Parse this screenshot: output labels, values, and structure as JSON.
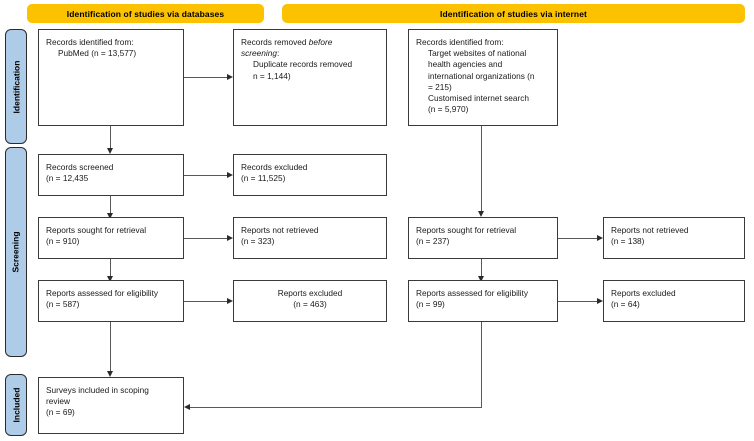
{
  "diagram": {
    "title": "PRISMA flow diagram",
    "colors": {
      "header_bar": "#fcc200",
      "stage_label": "#aecbe8",
      "box_border": "#3a3a3a",
      "connector": "#595959",
      "text": "#1a1a1a"
    }
  },
  "headers": {
    "databases": "Identification of studies via databases",
    "internet": "Identification of studies via internet"
  },
  "stages": {
    "identification": "Identification",
    "screening": "Screening",
    "included": "Included"
  },
  "boxes": {
    "db_identified": {
      "lines": [
        {
          "text": "Records identified from:",
          "indent": false,
          "italic": false
        },
        {
          "text": "PubMed (n = 13,577)",
          "indent": true,
          "italic": false
        }
      ]
    },
    "db_removed": {
      "lines": [
        {
          "text": "Records removed ",
          "indent": false,
          "italic": false,
          "tail_italic": "before"
        },
        {
          "text": "screening",
          "indent": false,
          "italic": true,
          "tail_plain": ":"
        },
        {
          "text": "Duplicate records removed",
          "indent": true,
          "italic": false
        },
        {
          "text": "n = 1,144)",
          "indent": true,
          "italic": false
        }
      ]
    },
    "net_identified": {
      "lines": [
        {
          "text": "Records identified from:",
          "indent": false,
          "italic": false
        },
        {
          "text": "Target websites of national",
          "indent": true,
          "italic": false
        },
        {
          "text": "health agencies and",
          "indent": true,
          "italic": false
        },
        {
          "text": "international organizations (n",
          "indent": true,
          "italic": false
        },
        {
          "text": "= 215)",
          "indent": true,
          "italic": false
        },
        {
          "text": "Customised internet search",
          "indent": true,
          "italic": false
        },
        {
          "text": "(n = 5,970)",
          "indent": true,
          "italic": false
        }
      ]
    },
    "db_screened": {
      "lines": [
        {
          "text": "Records screened",
          "indent": false,
          "italic": false
        },
        {
          "text": "(n = 12,435",
          "indent": false,
          "italic": false
        }
      ]
    },
    "db_records_excluded": {
      "lines": [
        {
          "text": "Records excluded",
          "indent": false,
          "italic": false
        },
        {
          "text": "(n = 11,525)",
          "indent": false,
          "italic": false
        }
      ]
    },
    "db_sought": {
      "lines": [
        {
          "text": "Reports sought for retrieval",
          "indent": false,
          "italic": false
        },
        {
          "text": "(n = 910)",
          "indent": false,
          "italic": false
        }
      ]
    },
    "db_not_retrieved": {
      "lines": [
        {
          "text": "Reports not retrieved",
          "indent": false,
          "italic": false
        },
        {
          "text": "(n = 323)",
          "indent": false,
          "italic": false
        }
      ]
    },
    "db_assessed": {
      "lines": [
        {
          "text": "Reports assessed for eligibility",
          "indent": false,
          "italic": false
        },
        {
          "text": "(n = 587)",
          "indent": false,
          "italic": false
        }
      ]
    },
    "db_reports_excluded": {
      "lines": [
        {
          "text": "Reports excluded",
          "indent": false,
          "italic": false
        },
        {
          "text": "(n = 463)",
          "indent": false,
          "italic": false
        }
      ]
    },
    "net_sought": {
      "lines": [
        {
          "text": "Reports sought for retrieval",
          "indent": false,
          "italic": false
        },
        {
          "text": "(n = 237)",
          "indent": false,
          "italic": false
        }
      ]
    },
    "net_not_retrieved": {
      "lines": [
        {
          "text": "Reports not retrieved",
          "indent": false,
          "italic": false
        },
        {
          "text": "(n = 138)",
          "indent": false,
          "italic": false
        }
      ]
    },
    "net_assessed": {
      "lines": [
        {
          "text": "Reports assessed for eligibility",
          "indent": false,
          "italic": false
        },
        {
          "text": "(n = 99)",
          "indent": false,
          "italic": false
        }
      ]
    },
    "net_reports_excluded": {
      "lines": [
        {
          "text": "Reports excluded",
          "indent": false,
          "italic": false
        },
        {
          "text": "(n = 64)",
          "indent": false,
          "italic": false
        }
      ]
    },
    "included_final": {
      "lines": [
        {
          "text": "Surveys included in scoping",
          "indent": false,
          "italic": false
        },
        {
          "text": "review",
          "indent": false,
          "italic": false
        },
        {
          "text": "(n = 69)",
          "indent": false,
          "italic": false
        }
      ]
    }
  }
}
